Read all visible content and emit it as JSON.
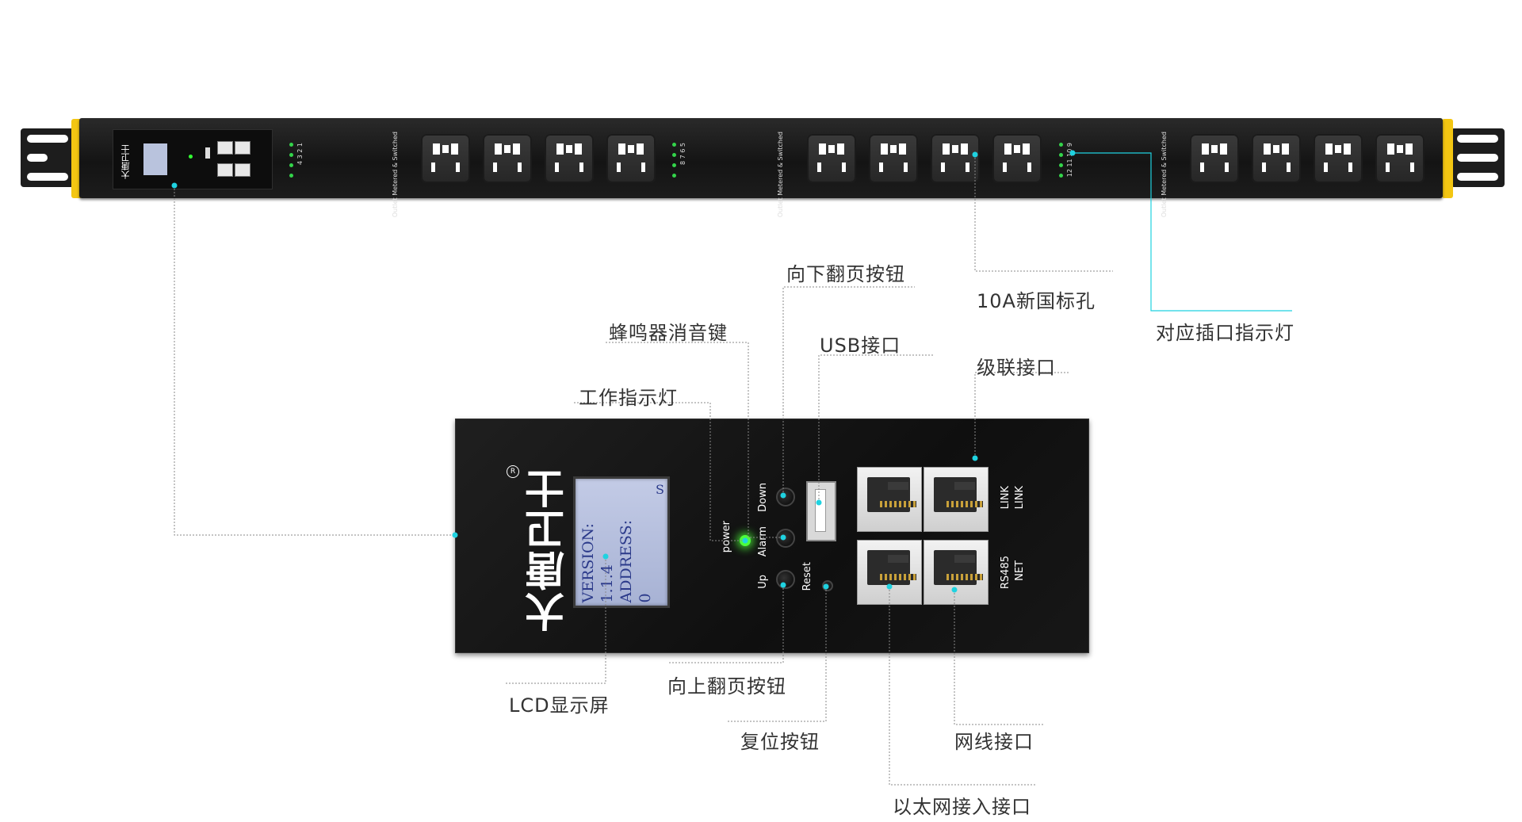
{
  "product": {
    "brand": "大唐卫士",
    "registered_mark": "R",
    "strip_group_label": "Outlet Metered & Switched",
    "led_numbers": [
      "4 3 2 1",
      "8 7 6 5",
      "12 11 10 9"
    ]
  },
  "panel": {
    "lcd_lines": [
      "VERSION:",
      "1.1.4",
      "ADDRESS:",
      "0"
    ],
    "lcd_corner": "S",
    "labels": {
      "power": "power",
      "alarm": "Alarm",
      "down": "Down",
      "up": "Up",
      "reset": "Reset",
      "link1": "LINK",
      "link2": "LINK",
      "rs485": "RS485",
      "net": "NET"
    }
  },
  "callouts": {
    "down_button": "向下翻页按钮",
    "outlet": "10A新国标孔",
    "outlet_led": "对应插口指示灯",
    "buzzer_mute": "蜂鸣器消音键",
    "usb": "USB接口",
    "cascade": "级联接口",
    "work_led": "工作指示灯",
    "lcd": "LCD显示屏",
    "up_button": "向上翻页按钮",
    "reset_button": "复位按钮",
    "net_port": "网线接口",
    "ethernet": "以太网接入接口"
  },
  "colors": {
    "accent_line": "#1fd2e0",
    "yellow": "#f3c612",
    "led_green": "#33d44a"
  }
}
